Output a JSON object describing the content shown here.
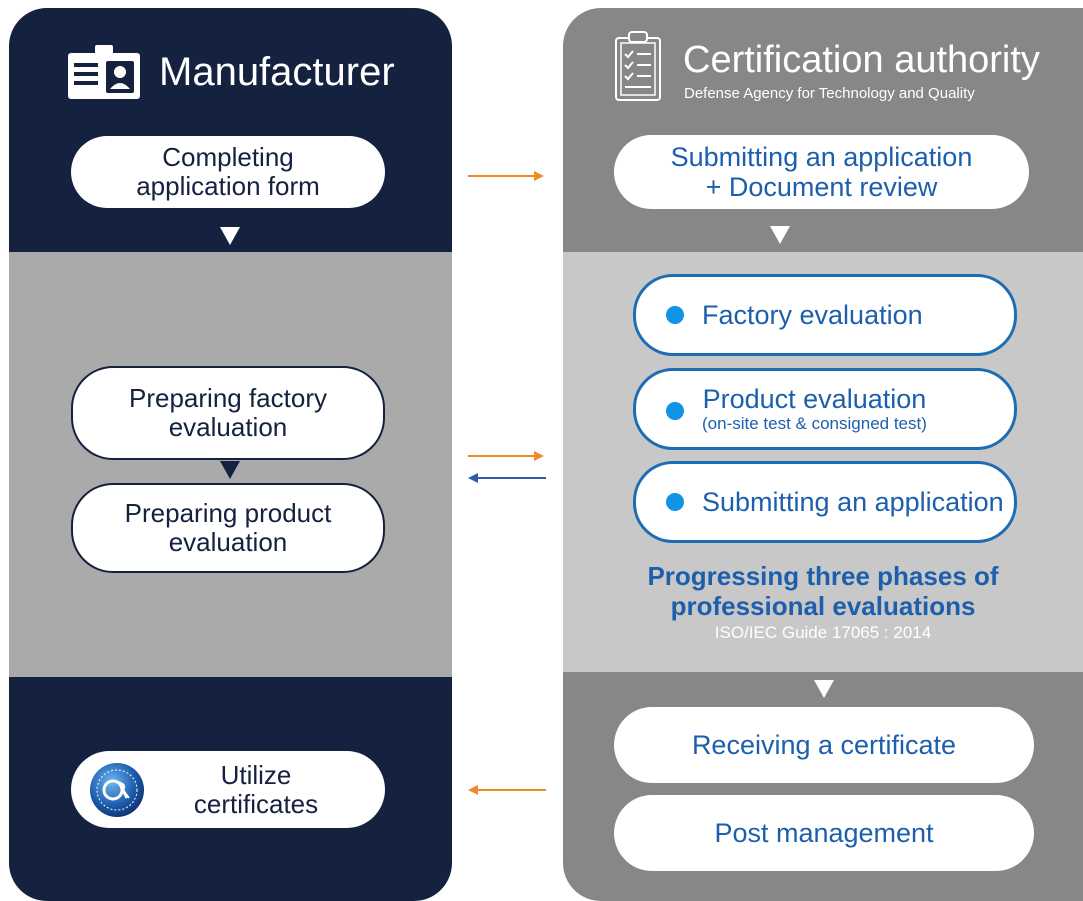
{
  "manufacturer": {
    "title": "Manufacturer",
    "step_application": "Completing\napplication form",
    "step_factory": "Preparing factory\nevaluation",
    "step_product": "Preparing product\nevaluation",
    "step_utilize": "Utilize\ncertificates"
  },
  "authority": {
    "title": "Certification authority",
    "subtitle": "Defense Agency for Technology and Quality",
    "step_submit_review": "Submitting an application\n+ Document review",
    "eval_factory": "Factory evaluation",
    "eval_product": "Product evaluation",
    "eval_product_note": "(on-site test & consigned test)",
    "eval_submit": "Submitting an application",
    "phases_title": "Progressing three phases of\nprofessional evaluations",
    "phases_standard": "ISO/IEC Guide 17065 : 2014",
    "step_receive": "Receiving a certificate",
    "step_post": "Post management"
  },
  "colors": {
    "navy": "#14213f",
    "gray_dark": "#878787",
    "gray_mid": "#aaaaaa",
    "gray_light": "#c8c8c8",
    "blue_text": "#1d5fad",
    "blue_dot": "#1193e6",
    "arrow_orange": "#f08a2b",
    "arrow_blue": "#2f5ea8"
  },
  "icons": [
    "id-card-icon",
    "clipboard-checklist-icon",
    "dtaq-seal-icon"
  ]
}
